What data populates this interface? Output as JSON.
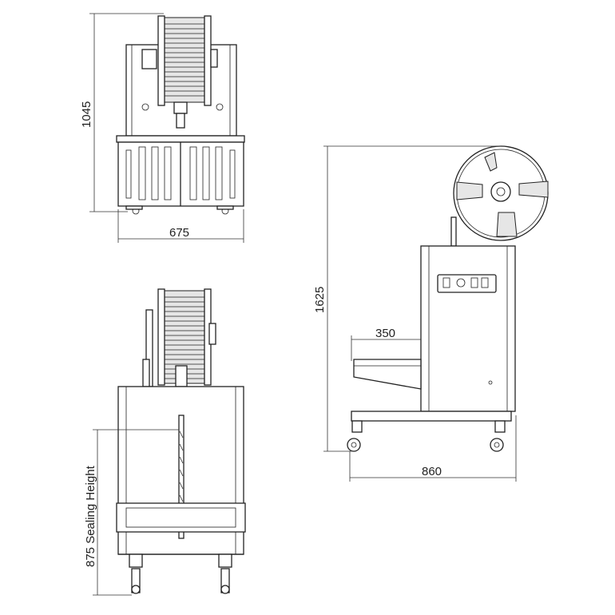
{
  "dimensions": {
    "top_height": "1045",
    "top_width": "675",
    "side_height": "1625",
    "side_tray": "350",
    "side_length": "860",
    "sealing_height": "875 Sealing Height"
  },
  "colors": {
    "line": "#222222",
    "background": "#ffffff"
  }
}
